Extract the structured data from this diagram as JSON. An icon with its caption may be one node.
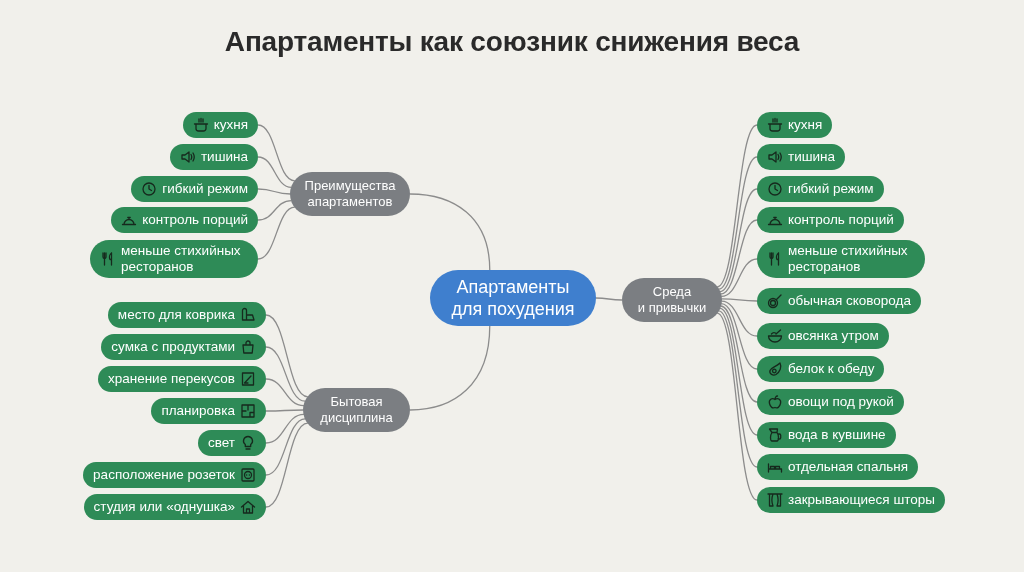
{
  "diagram": {
    "title": "Апартаменты как союзник снижения веса",
    "nodes": [
      {
        "text": [
          "Апартаменты для похудения"
        ]
      },
      {
        "text": [
          "Преимущества апартаментов"
        ]
      },
      {
        "text": [
          "Бытовая дисциплина"
        ]
      },
      {
        "text": [
          "Среда и привычки"
        ]
      },
      {
        "text": [
          "кухня"
        ]
      },
      {
        "text": [
          "тишина"
        ]
      },
      {
        "text": [
          "гибкий режим"
        ]
      },
      {
        "text": [
          "контроль порций"
        ]
      },
      {
        "text": [
          "меньше стихийных ресторанов"
        ]
      },
      {
        "text": [
          "место для коврика"
        ]
      },
      {
        "text": [
          "сумка с продуктами"
        ]
      },
      {
        "text": [
          "хранение перекусов"
        ]
      },
      {
        "text": [
          "планировка"
        ]
      },
      {
        "text": [
          "свет"
        ]
      },
      {
        "text": [
          "расположение розеток"
        ]
      },
      {
        "text": [
          "студия или «однушка»"
        ]
      },
      {
        "text": [
          "кухня"
        ]
      },
      {
        "text": [
          "тишина"
        ]
      },
      {
        "text": [
          "гибкий режим"
        ]
      },
      {
        "text": [
          "контроль порций"
        ]
      },
      {
        "text": [
          "меньше стихийных ресторанов"
        ]
      },
      {
        "text": [
          "обычная сковорода"
        ]
      },
      {
        "text": [
          "овсянка утром"
        ]
      },
      {
        "text": [
          "белок к обеду"
        ]
      },
      {
        "text": [
          "овощи под рукой"
        ]
      },
      {
        "text": [
          "вода в кувшине"
        ]
      },
      {
        "text": [
          "отдельная спальня"
        ]
      },
      {
        "text": [
          "закрывающиеся шторы"
        ]
      }
    ],
    "edges": [
      {
        "from": 0,
        "to": 1,
        "arrow": "none"
      },
      {
        "from": 0,
        "to": 2,
        "arrow": "none"
      },
      {
        "from": 0,
        "to": 3,
        "arrow": "none"
      },
      {
        "from": 1,
        "to": 4,
        "arrow": "none"
      },
      {
        "from": 1,
        "to": 5,
        "arrow": "none"
      },
      {
        "from": 1,
        "to": 6,
        "arrow": "none"
      },
      {
        "from": 1,
        "to": 7,
        "arrow": "none"
      },
      {
        "from": 1,
        "to": 8,
        "arrow": "none"
      },
      {
        "from": 2,
        "to": 9,
        "arrow": "none"
      },
      {
        "from": 2,
        "to": 10,
        "arrow": "none"
      },
      {
        "from": 2,
        "to": 11,
        "arrow": "none"
      },
      {
        "from": 2,
        "to": 12,
        "arrow": "none"
      },
      {
        "from": 2,
        "to": 13,
        "arrow": "none"
      },
      {
        "from": 2,
        "to": 14,
        "arrow": "none"
      },
      {
        "from": 2,
        "to": 15,
        "arrow": "none"
      },
      {
        "from": 3,
        "to": 16,
        "arrow": "none"
      },
      {
        "from": 3,
        "to": 17,
        "arrow": "none"
      },
      {
        "from": 3,
        "to": 18,
        "arrow": "none"
      },
      {
        "from": 3,
        "to": 19,
        "arrow": "none"
      },
      {
        "from": 3,
        "to": 20,
        "arrow": "none"
      },
      {
        "from": 3,
        "to": 21,
        "arrow": "none"
      },
      {
        "from": 3,
        "to": 22,
        "arrow": "none"
      },
      {
        "from": 3,
        "to": 23,
        "arrow": "none"
      },
      {
        "from": 3,
        "to": 24,
        "arrow": "none"
      },
      {
        "from": 3,
        "to": 25,
        "arrow": "none"
      },
      {
        "from": 3,
        "to": 26,
        "arrow": "none"
      },
      {
        "from": 3,
        "to": 27,
        "arrow": "none"
      }
    ]
  }
}
